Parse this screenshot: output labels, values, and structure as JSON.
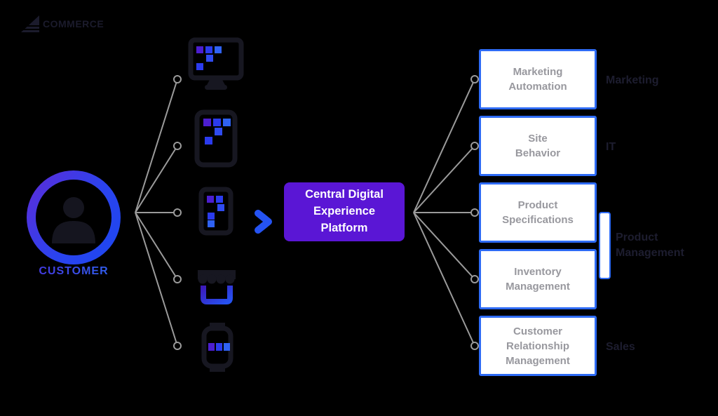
{
  "logo": {
    "text": "COMMERCE"
  },
  "customer": {
    "label": "CUSTOMER"
  },
  "devices": [
    {
      "name": "desktop-monitor"
    },
    {
      "name": "tablet"
    },
    {
      "name": "smartphone"
    },
    {
      "name": "storefront"
    },
    {
      "name": "smartwatch"
    }
  ],
  "platform": {
    "label": "Central Digital Experience Platform",
    "lines": [
      "Central Digital",
      "Experience",
      "Platform"
    ]
  },
  "systems": [
    {
      "label": "Marketing Automation",
      "lines": [
        "Marketing",
        "Automation"
      ]
    },
    {
      "label": "Site Behavior",
      "lines": [
        "Site",
        "Behavior"
      ]
    },
    {
      "label": "Product Specifications",
      "lines": [
        "Product",
        "Specifications"
      ]
    },
    {
      "label": "Inventory Management",
      "lines": [
        "Inventory",
        "Management"
      ]
    },
    {
      "label": "Customer Relationship Management",
      "lines": [
        "Customer",
        "Relationship",
        "Management"
      ]
    }
  ],
  "categories": [
    {
      "label": "Marketing"
    },
    {
      "label": "IT"
    },
    {
      "label": "Product Management"
    },
    {
      "label": "Sales"
    }
  ],
  "colors": {
    "accent_blue": "#2e6bf5",
    "platform_purple": "#5a16d5",
    "line_gray": "#9b9b9b",
    "box_text_gray": "#98989e",
    "category_dark": "#1d1d2f",
    "gradient_purple": "#5f2bd8",
    "gradient_blue": "#1c47f0",
    "square_purple": "#4c1ed0",
    "square_blue": "#2f62f4"
  }
}
